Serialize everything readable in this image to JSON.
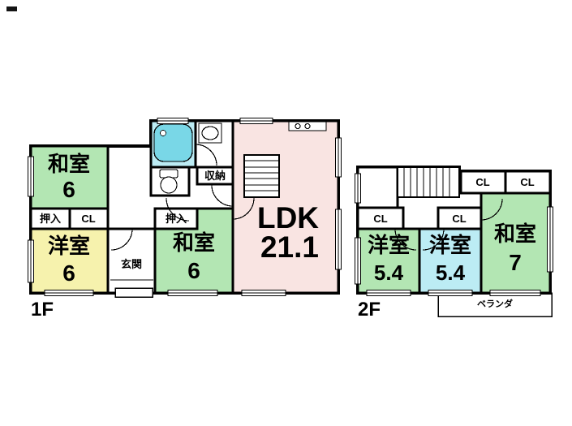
{
  "palette": {
    "wall": "#000000",
    "room_green": "#b3e6b3",
    "room_yellow": "#f6f2ad",
    "room_pink": "#f9e4e2",
    "room_cyan": "#bcecf4",
    "tub": "#79d7e7",
    "white": "#ffffff"
  },
  "floor1": {
    "floor_label": "1F",
    "washitsu_nw": {
      "name": "和室",
      "size": "6"
    },
    "oshiire_nw": "押入",
    "closet_nw": "CL",
    "yoshitsu": {
      "name": "洋室",
      "size": "6"
    },
    "genkan": "玄関",
    "washitsu_c": {
      "name": "和室",
      "size": "6"
    },
    "oshiire_c": "押入",
    "shuno": "収納",
    "ldk": {
      "name": "LDK",
      "size": "21.1"
    }
  },
  "floor2": {
    "floor_label": "2F",
    "closet_top_left": "CL",
    "closet_top_right": "CL",
    "closet_a": "CL",
    "closet_b": "CL",
    "yoshitsu_a": {
      "name": "洋室",
      "size": "5.4"
    },
    "yoshitsu_b": {
      "name": "洋室",
      "size": "5.4"
    },
    "washitsu": {
      "name": "和室",
      "size": "7"
    },
    "veranda": "ベランダ"
  }
}
